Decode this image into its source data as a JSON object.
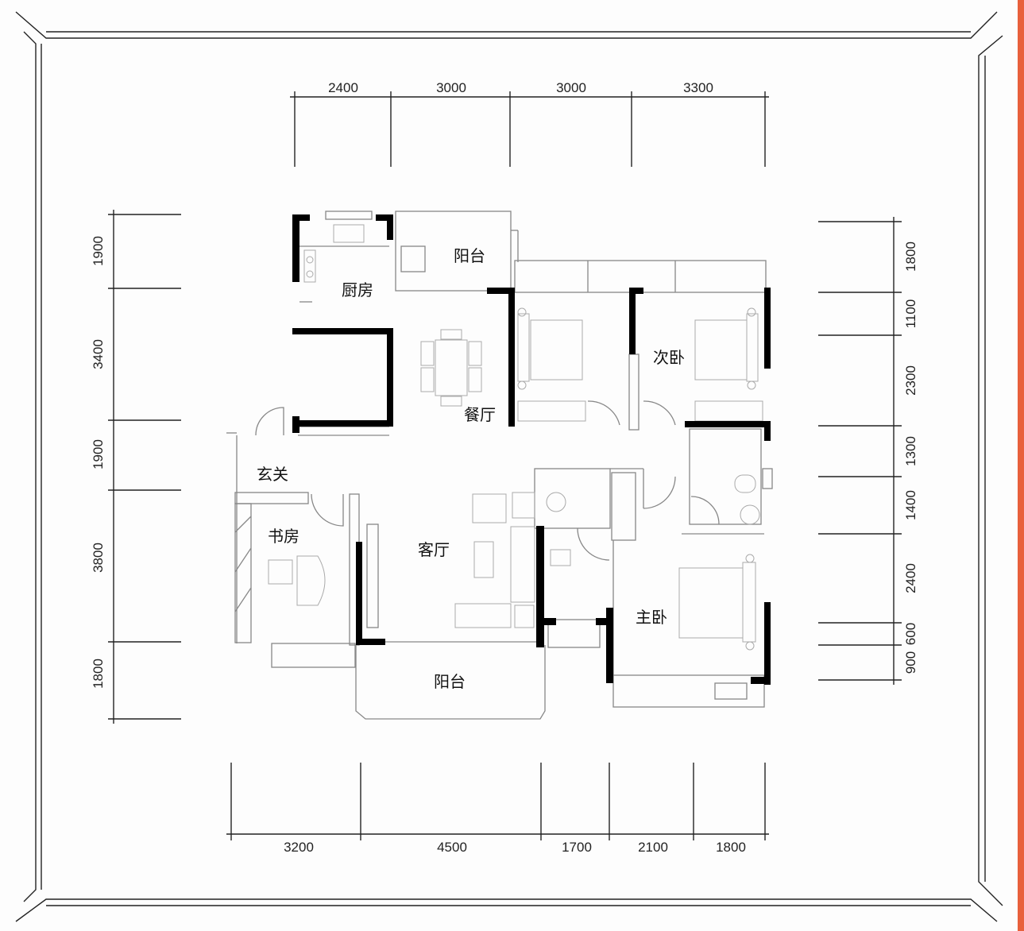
{
  "plan": {
    "rooms": {
      "balcony_north": "阳台",
      "kitchen": "厨房",
      "second_bedroom": "次卧",
      "dining_room": "餐厅",
      "entrance": "玄关",
      "study": "书房",
      "living_room": "客厅",
      "master_bedroom": "主卧",
      "balcony_south": "阳台"
    },
    "dimensions": {
      "top": [
        "2400",
        "3000",
        "3000",
        "3300"
      ],
      "bottom": [
        "3200",
        "4500",
        "1700",
        "2100",
        "1800"
      ],
      "left": [
        "1900",
        "3400",
        "1900",
        "3800",
        "1800"
      ],
      "right": [
        "1800",
        "1100",
        "2300",
        "1300",
        "1400",
        "2400",
        "600",
        "900"
      ]
    }
  },
  "colors": {
    "wall": "#000000",
    "page_edge": "#e8603c"
  }
}
